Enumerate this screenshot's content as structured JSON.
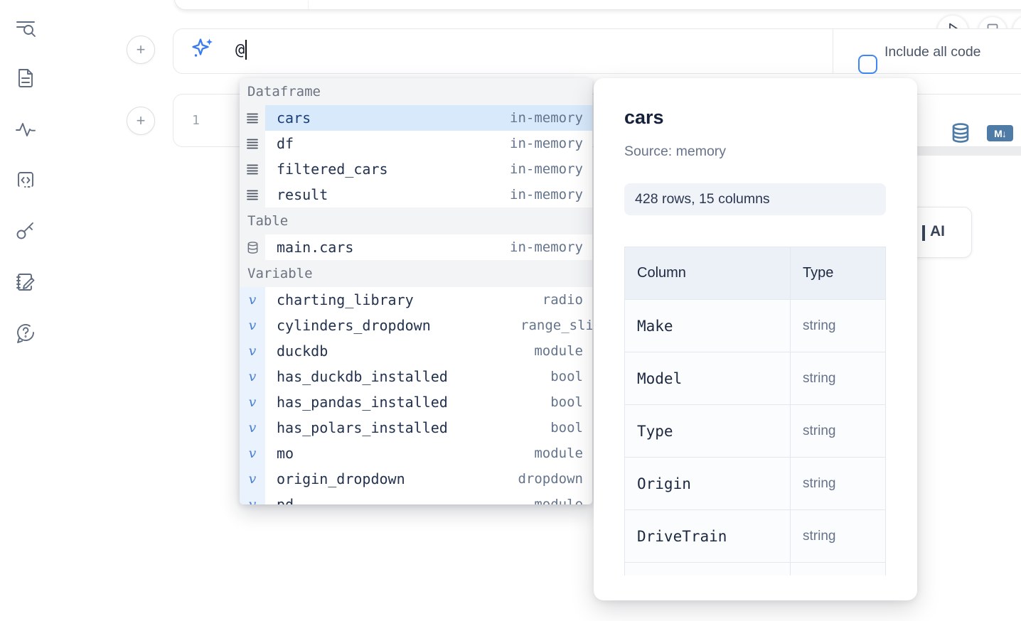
{
  "colors": {
    "accent_blue": "#3f87f5",
    "steel_blue": "#4e7ca6",
    "selection_blue": "#d8e9fc"
  },
  "sidebar": {
    "items": [
      {
        "icon": "search-list-icon"
      },
      {
        "icon": "document-icon"
      },
      {
        "icon": "activity-icon"
      },
      {
        "icon": "code-snippet-icon"
      },
      {
        "icon": "key-icon"
      },
      {
        "icon": "notebook-edit-icon"
      },
      {
        "icon": "help-chat-icon"
      }
    ]
  },
  "run_controls": {
    "play_icon": "play-icon",
    "stop_icon": "stop-icon"
  },
  "add_buttons": {
    "glyph": "+"
  },
  "ai_input": {
    "value": "@",
    "include_all_code_label": "Include all code"
  },
  "editor": {
    "line_number": "1"
  },
  "cell_actions": {
    "datasource_icon": "database-icon",
    "markdown_badge": "M↓"
  },
  "ai_button": {
    "label": "AI"
  },
  "autocomplete": {
    "sections": [
      {
        "label": "Dataframe",
        "items": [
          {
            "icon": "dataframe-icon",
            "name": "cars",
            "type": "in-memory",
            "selected": true
          },
          {
            "icon": "dataframe-icon",
            "name": "df",
            "type": "in-memory",
            "selected": false
          },
          {
            "icon": "dataframe-icon",
            "name": "filtered_cars",
            "type": "in-memory",
            "selected": false
          },
          {
            "icon": "dataframe-icon",
            "name": "result",
            "type": "in-memory",
            "selected": false
          }
        ]
      },
      {
        "label": "Table",
        "items": [
          {
            "icon": "database-icon",
            "name": "main.cars",
            "type": "in-memory",
            "selected": false
          }
        ]
      },
      {
        "label": "Variable",
        "items": [
          {
            "icon": "variable-icon",
            "name": "charting_library",
            "type": "radio",
            "selected": false
          },
          {
            "icon": "variable-icon",
            "name": "cylinders_dropdown",
            "type": "range_sli",
            "selected": false
          },
          {
            "icon": "variable-icon",
            "name": "duckdb",
            "type": "module",
            "selected": false
          },
          {
            "icon": "variable-icon",
            "name": "has_duckdb_installed",
            "type": "bool",
            "selected": false
          },
          {
            "icon": "variable-icon",
            "name": "has_pandas_installed",
            "type": "bool",
            "selected": false
          },
          {
            "icon": "variable-icon",
            "name": "has_polars_installed",
            "type": "bool",
            "selected": false
          },
          {
            "icon": "variable-icon",
            "name": "mo",
            "type": "module",
            "selected": false
          },
          {
            "icon": "variable-icon",
            "name": "origin_dropdown",
            "type": "dropdown",
            "selected": false
          },
          {
            "icon": "variable-icon",
            "name": "pd",
            "type": "module",
            "selected": false
          }
        ]
      }
    ],
    "variable_glyph": "v"
  },
  "preview": {
    "title": "cars",
    "source": "Source: memory",
    "shape": "428 rows, 15 columns",
    "table": {
      "headers": [
        "Column",
        "Type"
      ],
      "rows": [
        [
          "Make",
          "string"
        ],
        [
          "Model",
          "string"
        ],
        [
          "Type",
          "string"
        ],
        [
          "Origin",
          "string"
        ],
        [
          "DriveTrain",
          "string"
        ]
      ]
    }
  }
}
